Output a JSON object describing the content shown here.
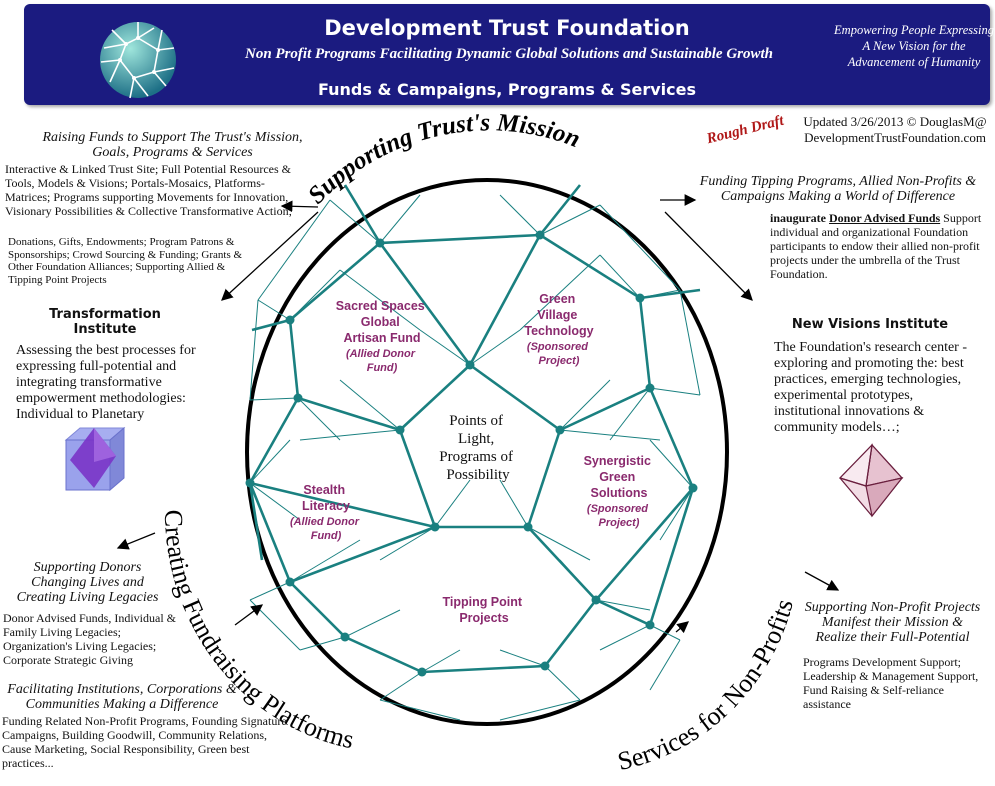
{
  "header": {
    "title": "Development Trust Foundation",
    "subtitle": "Non Profit Programs Facilitating Dynamic Global Solutions and Sustainable Growth",
    "funds_line": "Funds & Campaigns, Programs & Services",
    "tagline": "Empowering People Expressing A New Vision for the Advancement of Humanity"
  },
  "meta": {
    "draft_stamp": "Rough Draft",
    "updated_line1": "Updated 3/26/2013 ©  DouglasM@",
    "updated_line2": "DevelopmentTrustFoundation.com"
  },
  "arc_labels": {
    "top": "Supporting Trust's Mission",
    "left": "Creating Fundraising Platforms",
    "right": "Services for Non-Profits"
  },
  "top_left": {
    "heading": "Raising Funds to Support The Trust's Mission, Goals, Programs & Services",
    "body": "Interactive & Linked Trust Site; Full Potential Resources & Tools, Models & Visions; Portals-Mosaics, Platforms-Matrices; Programs supporting Movements for Innovation, Visionary Possibilities & Collective Transformative Action;",
    "body2": "Donations, Gifts, Endowments; Program Patrons & Sponsorships; Crowd Sourcing & Funding; Grants & Other Foundation Alliances; Supporting Allied & Tipping Point Projects"
  },
  "transformation": {
    "title": "Transformation Institute",
    "body": "Assessing the best processes for expressing full-potential and integrating transformative empowerment methodologies: Individual to Planetary"
  },
  "donors": {
    "heading": "Supporting Donors Changing Lives and Creating Living Legacies",
    "body": "Donor Advised Funds, Individual & Family Living Legacies; Organization's Living Legacies; Corporate Strategic Giving"
  },
  "institutions": {
    "heading": "Facilitating Institutions, Corporations & Communities Making a Difference",
    "body": "Funding Related Non-Profit Programs, Founding Signature Campaigns, Building Goodwill, Community Relations, Cause Marketing, Social Responsibility, Green best practices..."
  },
  "top_right": {
    "heading": "Funding Tipping Programs, Allied Non-Profits & Campaigns Making a World of Difference",
    "lead_bold": "inaugurate",
    "lead_link": "Donor Advised Funds",
    "body": "Support individual and organizational Foundation participants to endow their allied non-profit projects under the umbrella of the Trust Foundation."
  },
  "new_visions": {
    "title": "New Visions Institute",
    "body": "The Foundation's research center - exploring and promoting the: best practices, emerging technologies, experimental prototypes, institutional innovations & community models…;"
  },
  "nonprofits": {
    "heading": "Supporting Non-Profit Projects Manifest their Mission & Realize their Full-Potential",
    "body": "Programs Development Support; Leadership & Management Support, Fund Raising & Self-reliance assistance"
  },
  "sphere": {
    "center": [
      "Points of",
      "Light,",
      "Programs of",
      "Possibility"
    ],
    "sacred": [
      "Sacred Spaces",
      "Global",
      "Artisan Fund"
    ],
    "sacred_sub": [
      "(Allied Donor",
      "Fund)"
    ],
    "green_village": [
      "Green",
      "Village",
      "Technology"
    ],
    "green_village_sub": [
      "(Sponsored",
      "Project)"
    ],
    "stealth": [
      "Stealth",
      "Literacy"
    ],
    "stealth_sub": [
      "(Allied Donor",
      "Fund)"
    ],
    "synergistic": [
      "Synergistic",
      "Green",
      "Solutions"
    ],
    "synergistic_sub": [
      "(Sponsored",
      "Project)"
    ],
    "tipping": [
      "Tipping Point",
      "Projects"
    ]
  },
  "colors": {
    "banner": "#1b1b80",
    "teal": "#1a8080",
    "magenta": "#8a2a6e",
    "draft_red": "#b01818"
  }
}
